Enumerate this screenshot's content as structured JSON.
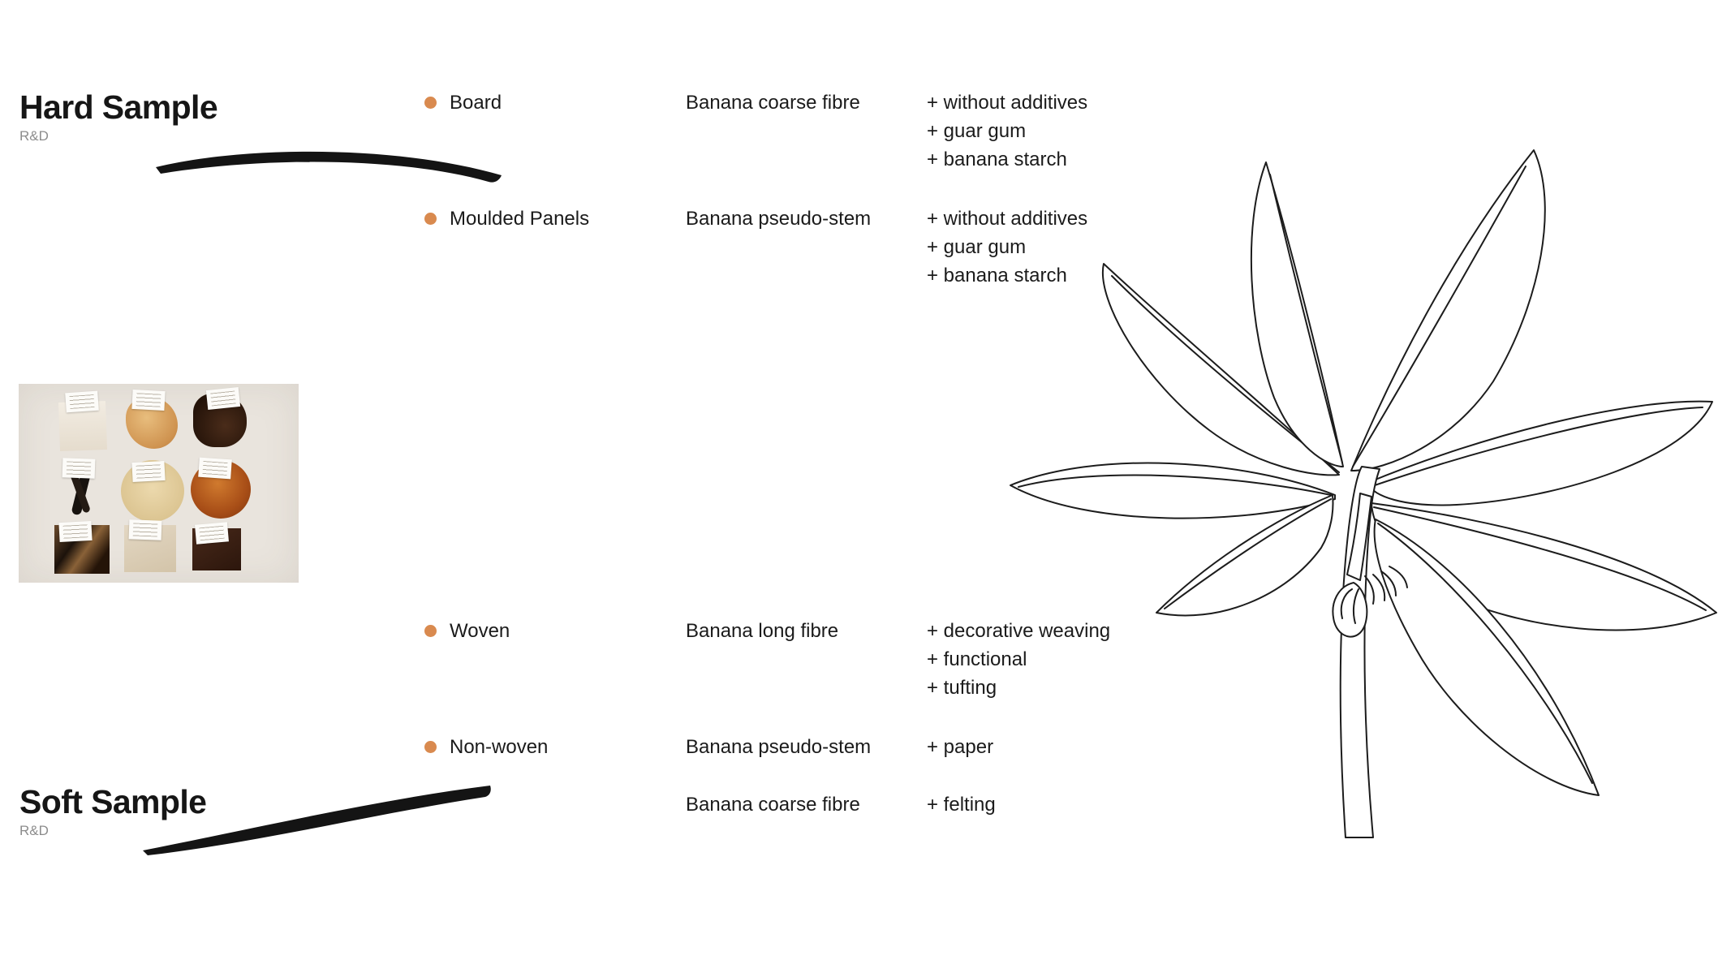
{
  "hard_section": {
    "title": "Hard Sample",
    "subtitle": "R&D"
  },
  "soft_section": {
    "title": "Soft Sample",
    "subtitle": "R&D"
  },
  "rows": [
    {
      "category": "Board",
      "material": "Banana coarse fibre",
      "additives": [
        "+ without additives",
        "+ guar gum",
        "+ banana starch"
      ]
    },
    {
      "category": "Moulded Panels",
      "material": "Banana pseudo-stem",
      "additives": [
        "+ without additives",
        "+ guar gum",
        "+ banana starch"
      ]
    },
    {
      "category": "Woven",
      "material": "Banana long fibre",
      "additives": [
        "+ decorative weaving",
        "+ functional",
        "+ tufting"
      ]
    },
    {
      "category": "Non-woven",
      "material": "Banana pseudo-stem",
      "additives": [
        "+ paper"
      ]
    },
    {
      "category": "",
      "material": "Banana coarse fibre",
      "additives": [
        "+ felting"
      ]
    }
  ],
  "colors": {
    "accent": "#d98a4f",
    "ink": "#1b1b1b",
    "muted": "#8c8c8c",
    "photo_bg": "#e9e4dd"
  }
}
